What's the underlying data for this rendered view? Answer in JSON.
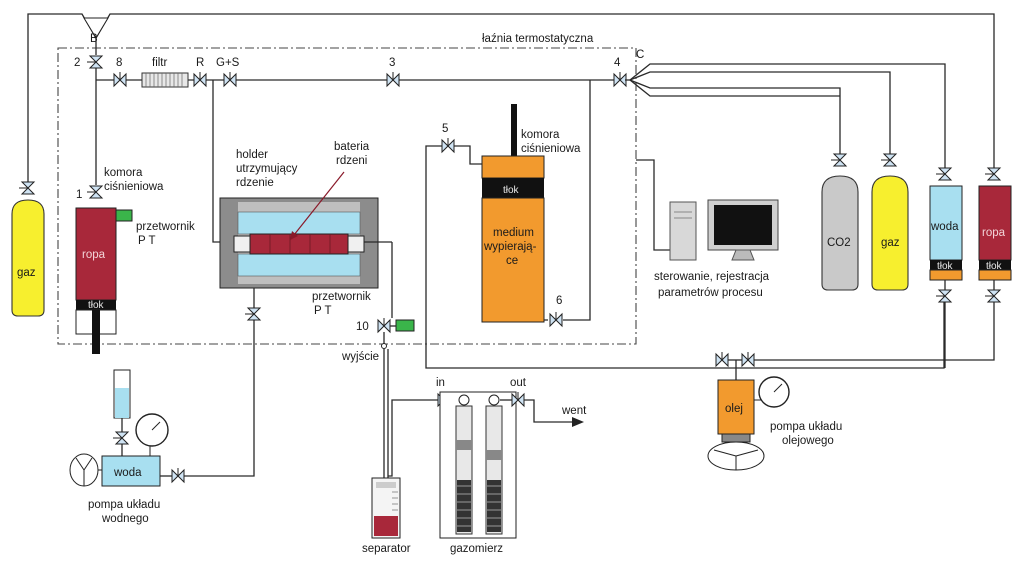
{
  "labels": {
    "bath": "łaźnia termostatyczna",
    "node_b": "B",
    "node_c": "C",
    "v1": "1",
    "v2": "2",
    "v3": "3",
    "v4": "4",
    "v5": "5",
    "v6": "6",
    "v8": "8",
    "v10": "10",
    "filter": "filtr",
    "r": "R",
    "gs": "G+S",
    "chamber_left_1": "komora",
    "chamber_left_2": "ciśnieniowa",
    "transducer_left_1": "przetwornik",
    "transducer_left_2": "P T",
    "chamber_mid_1": "komora",
    "chamber_mid_2": "ciśnieniowa",
    "holder_1": "holder",
    "holder_2": "utrzymujący",
    "holder_3": "rdzenie",
    "cores_1": "bateria",
    "cores_2": "rdzeni",
    "transducer_mid_1": "przetwornik",
    "transducer_mid_2": "P T",
    "medium_1": "medium",
    "medium_2": "wypierają-",
    "medium_3": "ce",
    "piston": "tłok",
    "control_1": "sterowanie, rejestracja",
    "control_2": "parametrów procesu",
    "output": "wyjście",
    "in": "in",
    "out": "out",
    "vent": "went",
    "separator": "separator",
    "gasmeter": "gazomierz",
    "water_pump_1": "pompa układu",
    "water_pump_2": "wodnego",
    "oil_pump_1": "pompa układu",
    "oil_pump_2": "olejowego",
    "gas": "gaz",
    "oil_crude": "ropa",
    "water": "woda",
    "co2": "CO2",
    "oil": "olej"
  },
  "colors": {
    "yellow_cylinder": "#f7ef2e",
    "crude_red": "#a8283a",
    "water_blue": "#a8dff0",
    "orange": "#f29a2e",
    "gray_cylinder": "#c9c9c9",
    "transducer_green": "#3ab54a",
    "piston_black": "#111111"
  }
}
